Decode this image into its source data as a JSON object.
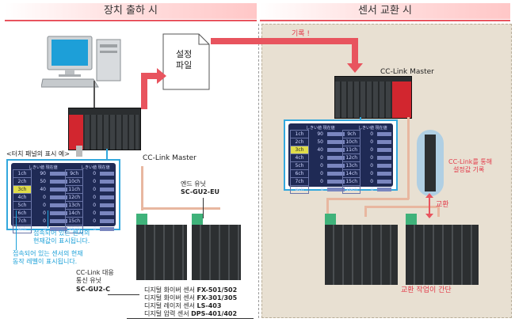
{
  "left_header": "장치 출하 시",
  "right_header": "센서 교환 시",
  "file_label": "설정\n파일",
  "record_label": "기록 !",
  "master_left": "CC-Link  Master",
  "master_right": "CC-Link  Master",
  "touch_panel_caption": "<터치 패널의 표시 예>",
  "panel_left": {
    "head_col1": "しきい値  現在値",
    "head_col2": "しきい値  現在値",
    "rows_left": [
      [
        "1ch",
        "90"
      ],
      [
        "2ch",
        "50"
      ],
      [
        "3ch",
        "40"
      ],
      [
        "4ch",
        "0"
      ],
      [
        "5ch",
        "0"
      ],
      [
        "6ch",
        "0"
      ],
      [
        "7ch",
        "0"
      ],
      [
        "8ch",
        "0"
      ]
    ],
    "rows_right": [
      [
        "9ch",
        "0"
      ],
      [
        "10ch",
        "0"
      ],
      [
        "11ch",
        "0"
      ],
      [
        "12ch",
        "0"
      ],
      [
        "13ch",
        "0"
      ],
      [
        "14ch",
        "0"
      ],
      [
        "15ch",
        "0"
      ],
      [
        "16ch",
        "0"
      ]
    ]
  },
  "panel_right": {
    "head_col1": "しきい値  現在値",
    "head_col2": "しきい値  現在値",
    "rows_left": [
      [
        "1ch",
        "90"
      ],
      [
        "2ch",
        "50"
      ],
      [
        "3ch",
        "40"
      ],
      [
        "4ch",
        "0"
      ],
      [
        "5ch",
        "0"
      ],
      [
        "6ch",
        "0"
      ],
      [
        "7ch",
        "0"
      ],
      [
        "8ch",
        "0"
      ]
    ],
    "rows_right": [
      [
        "9ch",
        "0"
      ],
      [
        "10ch",
        "0"
      ],
      [
        "11ch",
        "0"
      ],
      [
        "12ch",
        "0"
      ],
      [
        "13ch",
        "0"
      ],
      [
        "14ch",
        "0"
      ],
      [
        "15ch",
        "0"
      ],
      [
        "16ch",
        "0"
      ]
    ]
  },
  "note1_line1": "접속되어 있는 센서의",
  "note1_line2": "현재값이 표시됩니다.",
  "note2_line1": "접속되어 있는 센서의 현재",
  "note2_line2": "동작 레벨이 표시됩니다.",
  "end_unit_line1": "엔드 유닛",
  "end_unit_model": "SC-GU2-EU",
  "comm_unit_line1": "CC-Link 대응",
  "comm_unit_line2": "통신 유닛",
  "comm_unit_model": "SC-GU2-C",
  "sensors": [
    {
      "name": "디지털 화이버 센서",
      "model": "FX-501/502"
    },
    {
      "name": "디지털 화이버 센서",
      "model": "FX-301/305"
    },
    {
      "name": "디지털 레이저 센서",
      "model": "LS-403"
    },
    {
      "name": "디지털 압력 센서",
      "model": "DPS-401/402"
    }
  ],
  "cclink_note_line1": "CC-Link를 통해",
  "cclink_note_line2": "설정값 기록",
  "exchange_label": "교환",
  "easy_label": "교환 작업이 간단"
}
